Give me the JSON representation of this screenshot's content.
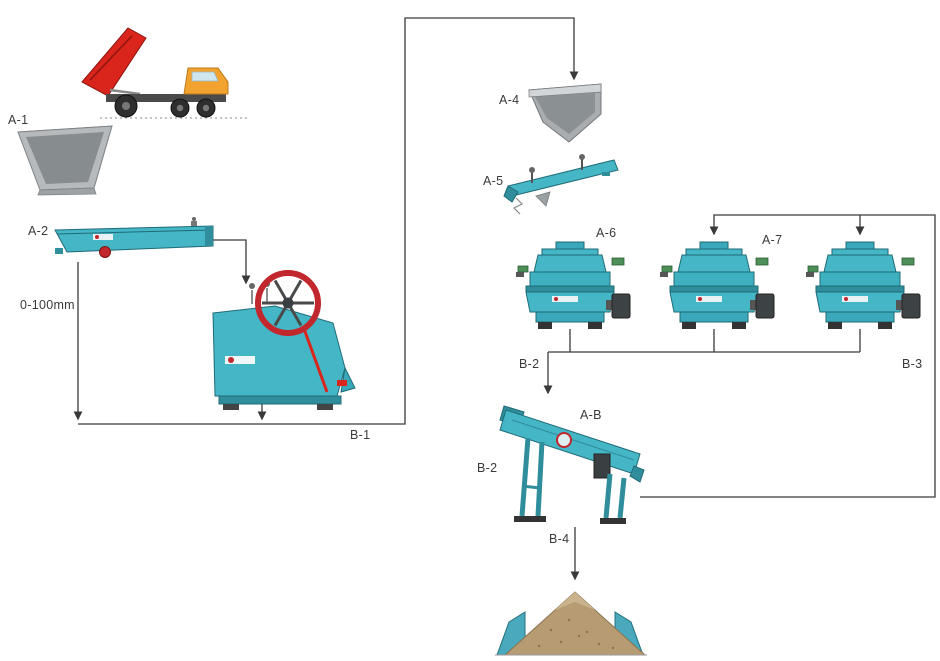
{
  "diagram": {
    "type": "crushing-plant-process-flow",
    "labels": {
      "a1": "A-1",
      "a2": "A-2",
      "size_range": "0-100mm",
      "b1": "B-1",
      "a4": "A-4",
      "a5": "A-5",
      "a6": "A-6",
      "a7": "A-7",
      "b2_collector": "B-2",
      "b3": "B-3",
      "ab": "A-B",
      "b2_screen": "B-2",
      "b4": "B-4"
    },
    "colors": {
      "machine_teal": "#45b6c6",
      "machine_teal_dark": "#2f8d9c",
      "machine_outline": "#1f6b77",
      "accent_red": "#d9251c",
      "hopper_gray": "#b0b4b6",
      "truck_orange": "#f2a22e",
      "pile_brown": "#b79b72",
      "flow_line": "#3a3a3a"
    },
    "machines": [
      {
        "id": "dump-truck",
        "name": "dump truck"
      },
      {
        "id": "hopper-a1",
        "name": "feed hopper"
      },
      {
        "id": "vibrating-feeder-a2",
        "name": "vibrating feeder"
      },
      {
        "id": "jaw-crusher",
        "name": "jaw crusher"
      },
      {
        "id": "hopper-a4",
        "name": "transfer hopper"
      },
      {
        "id": "feeder-a5",
        "name": "vibrating feeder"
      },
      {
        "id": "cone-crusher-1",
        "name": "cone crusher"
      },
      {
        "id": "cone-crusher-2",
        "name": "cone crusher"
      },
      {
        "id": "cone-crusher-3",
        "name": "cone crusher"
      },
      {
        "id": "vibrating-screen",
        "name": "inclined vibrating screen"
      },
      {
        "id": "stockpile",
        "name": "product stockpile"
      }
    ]
  }
}
